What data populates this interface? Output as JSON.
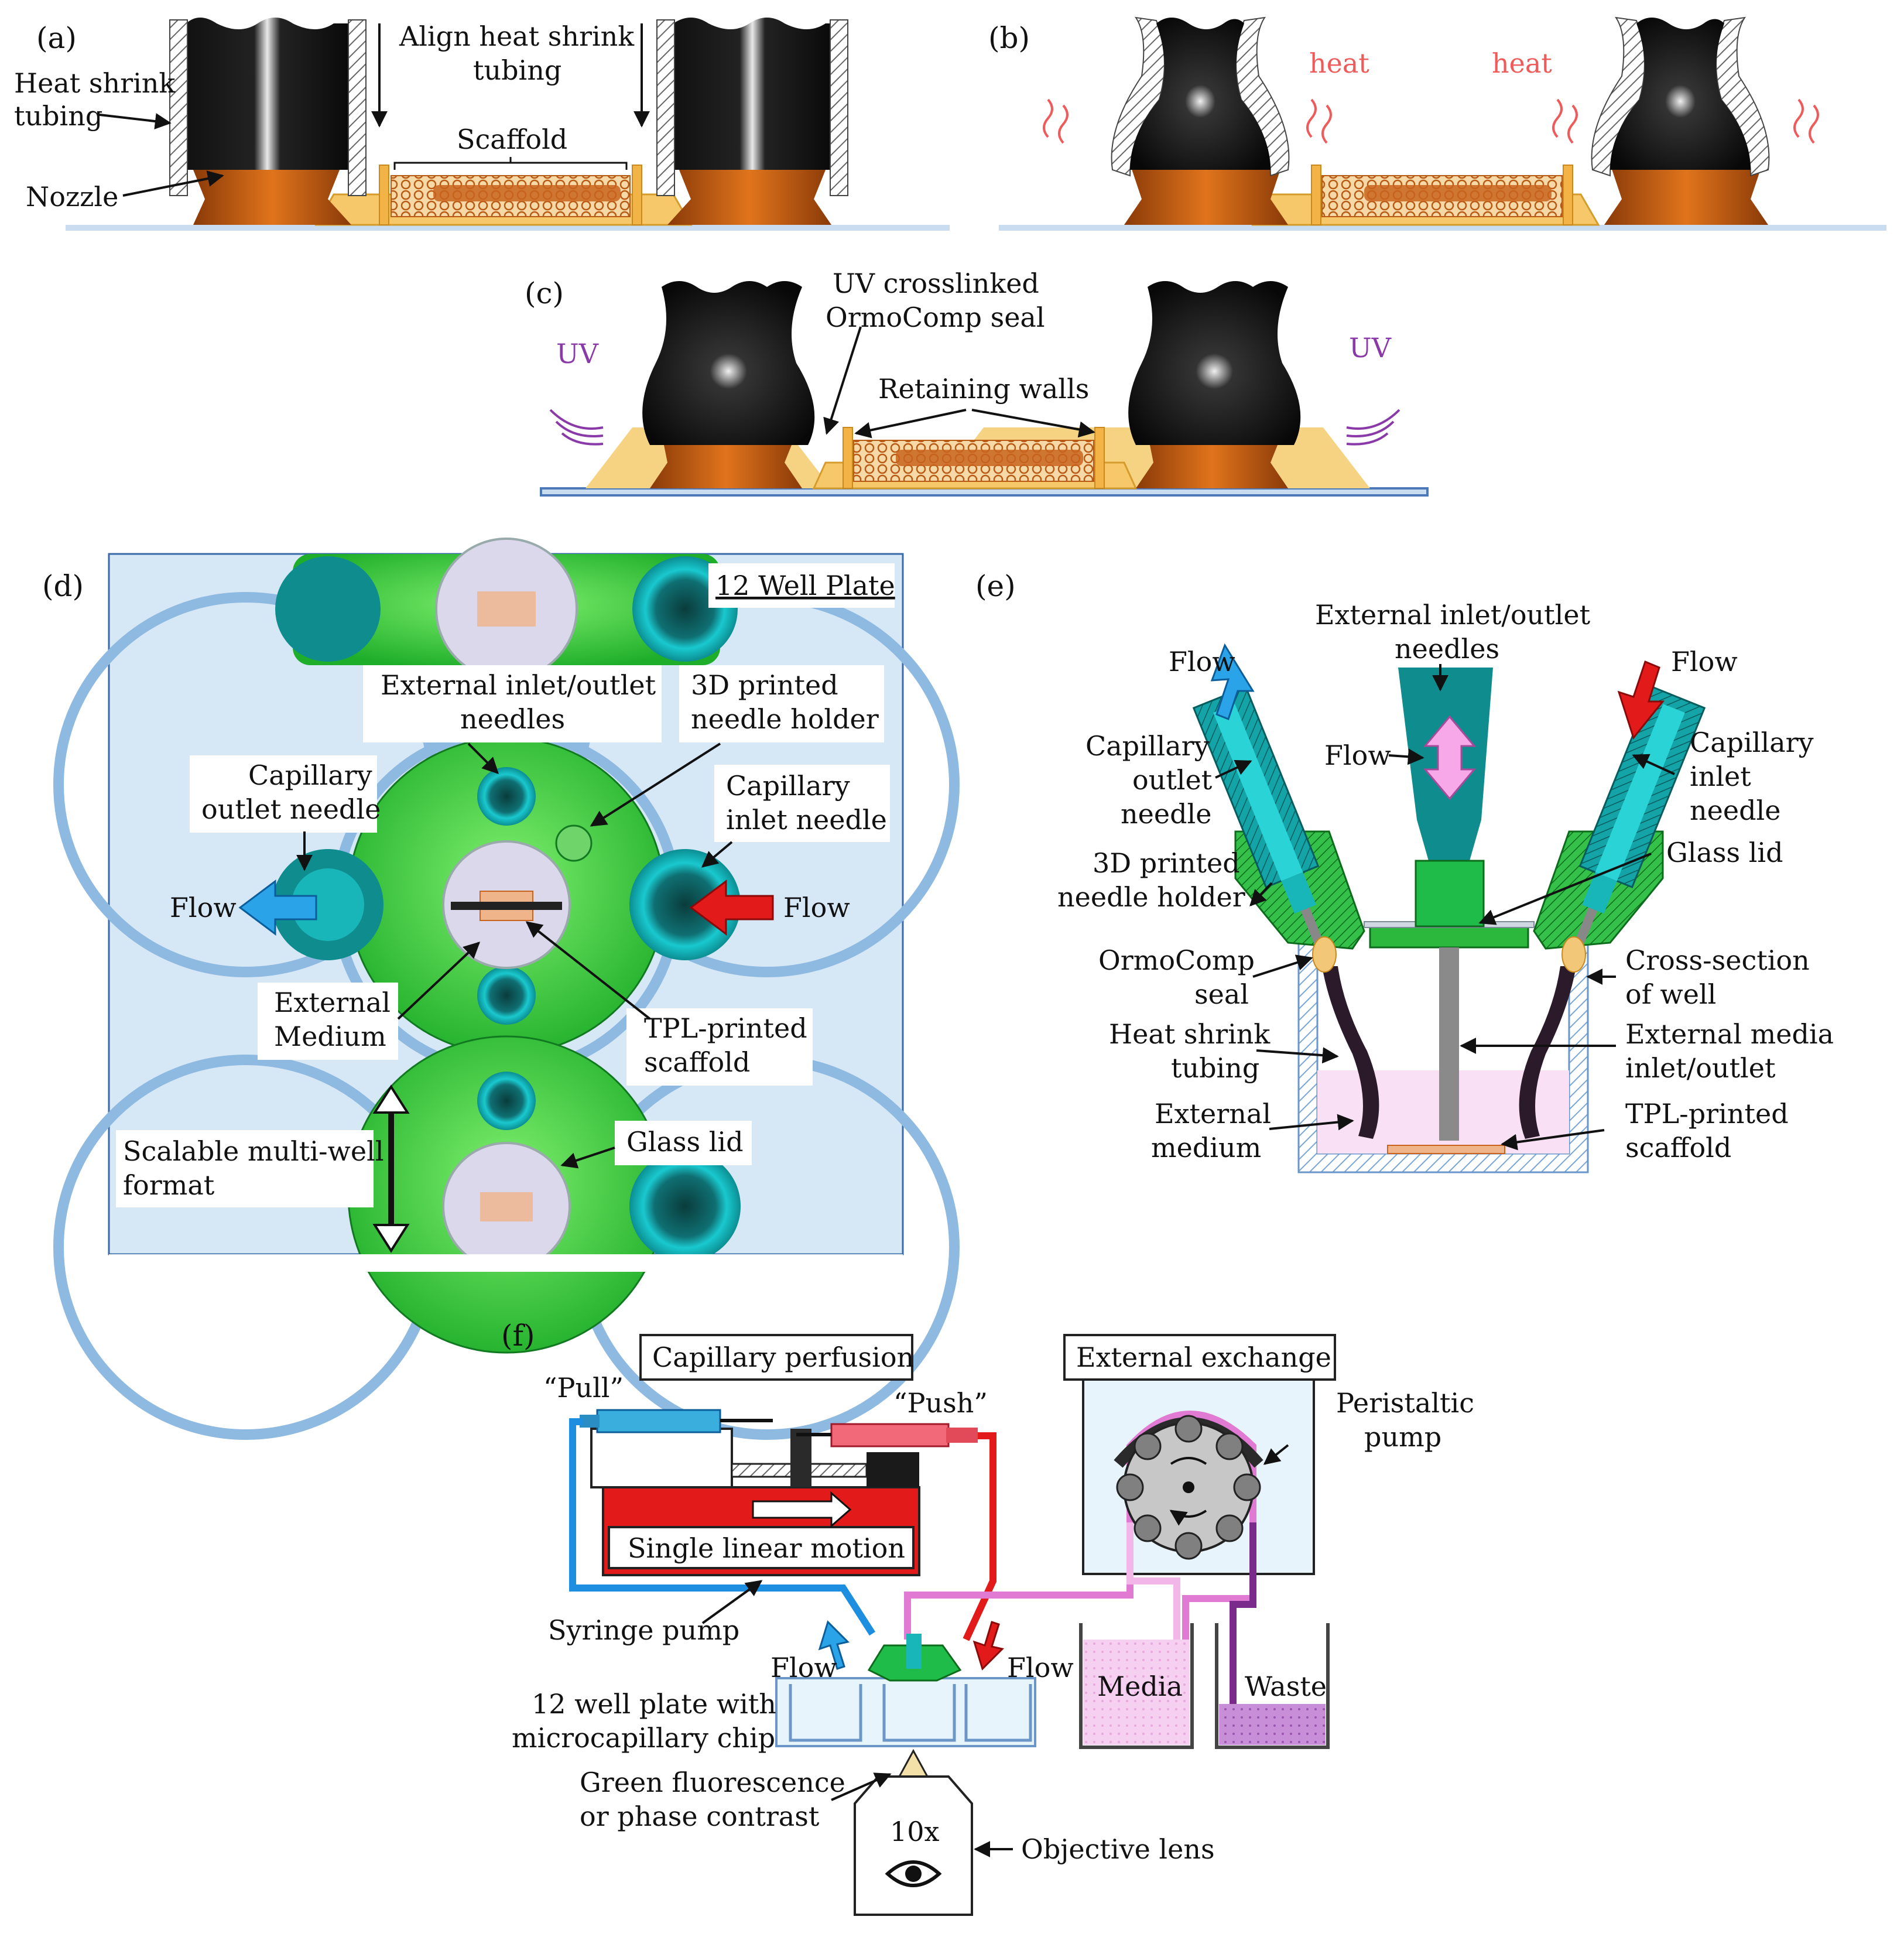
{
  "panels": {
    "a": "(a)",
    "b": "(b)",
    "c": "(c)",
    "d": "(d)",
    "e": "(e)",
    "f": "(f)"
  },
  "a": {
    "heat_shrink_1": "Heat shrink",
    "heat_shrink_2": "tubing",
    "nozzle": "Nozzle",
    "align_1": "Align heat shrink",
    "align_2": "tubing",
    "scaffold": "Scaffold"
  },
  "b": {
    "heat_left": "heat",
    "heat_right": "heat"
  },
  "c": {
    "uv_left": "UV",
    "uv_right": "UV",
    "seal_1": "UV crosslinked",
    "seal_2": "OrmoComp seal",
    "walls": "Retaining walls"
  },
  "d": {
    "plate": "12 Well Plate",
    "ext_needles_1": "External inlet/outlet",
    "ext_needles_2": "needles",
    "holder_1": "3D printed",
    "holder_2": "needle holder",
    "outlet_1": "Capillary",
    "outlet_2": "outlet needle",
    "inlet_1": "Capillary",
    "inlet_2": "inlet needle",
    "flow_left": "Flow",
    "flow_right": "Flow",
    "medium_1": "External",
    "medium_2": "Medium",
    "tpl_1": "TPL-printed",
    "tpl_2": "scaffold",
    "scalable_1": "Scalable multi-well",
    "scalable_2": "format",
    "glass_lid": "Glass lid"
  },
  "e": {
    "ext_needles_1": "External inlet/outlet",
    "ext_needles_2": "needles",
    "flow_left": "Flow",
    "flow_right": "Flow",
    "flow_mid": "Flow",
    "outlet_1": "Capillary",
    "outlet_2": "outlet",
    "outlet_3": "needle",
    "inlet_1": "Capillary",
    "inlet_2": "inlet",
    "inlet_3": "needle",
    "holder_1": "3D printed",
    "holder_2": "needle holder",
    "glass_lid": "Glass lid",
    "seal_1": "OrmoComp",
    "seal_2": "seal",
    "cross_1": "Cross-section",
    "cross_2": "of well",
    "heat_1": "Heat shrink",
    "heat_2": "tubing",
    "media_1": "External media",
    "media_2": "inlet/outlet",
    "ext_medium_1": "External",
    "ext_medium_2": "medium",
    "tpl_1": "TPL-printed",
    "tpl_2": "scaffold"
  },
  "f": {
    "capillary_perfusion": "Capillary perfusion",
    "external_exchange": "External exchange",
    "pull": "“Pull”",
    "push": "“Push”",
    "peristaltic_1": "Peristaltic",
    "peristaltic_2": "pump",
    "single_linear": "Single linear motion",
    "syringe_pump": "Syringe pump",
    "flow_left": "Flow",
    "flow_right": "Flow",
    "media": "Media",
    "waste": "Waste",
    "plate_1": "12 well plate with",
    "plate_2": "microcapillary chip",
    "green_1": "Green fluorescence",
    "green_2": "or phase contrast",
    "mag": "10x",
    "objective": "Objective lens"
  }
}
